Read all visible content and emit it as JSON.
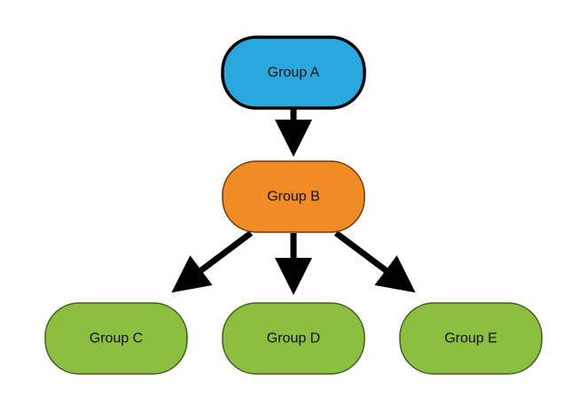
{
  "diagram": {
    "nodes": [
      {
        "id": "a",
        "label": "Group A",
        "fill": "#29A8E0",
        "stroke": "#000000"
      },
      {
        "id": "b",
        "label": "Group B",
        "fill": "#F08C23",
        "stroke": "#6E3A0A"
      },
      {
        "id": "c",
        "label": "Group C",
        "fill": "#8CBF40",
        "stroke": "#3F5E1B"
      },
      {
        "id": "d",
        "label": "Group D",
        "fill": "#8CBF40",
        "stroke": "#3F5E1B"
      },
      {
        "id": "e",
        "label": "Group E",
        "fill": "#8CBF40",
        "stroke": "#3F5E1B"
      }
    ],
    "edges": [
      {
        "from": "a",
        "to": "b"
      },
      {
        "from": "b",
        "to": "c"
      },
      {
        "from": "b",
        "to": "d"
      },
      {
        "from": "b",
        "to": "e"
      }
    ],
    "edge_color": "#000000"
  }
}
